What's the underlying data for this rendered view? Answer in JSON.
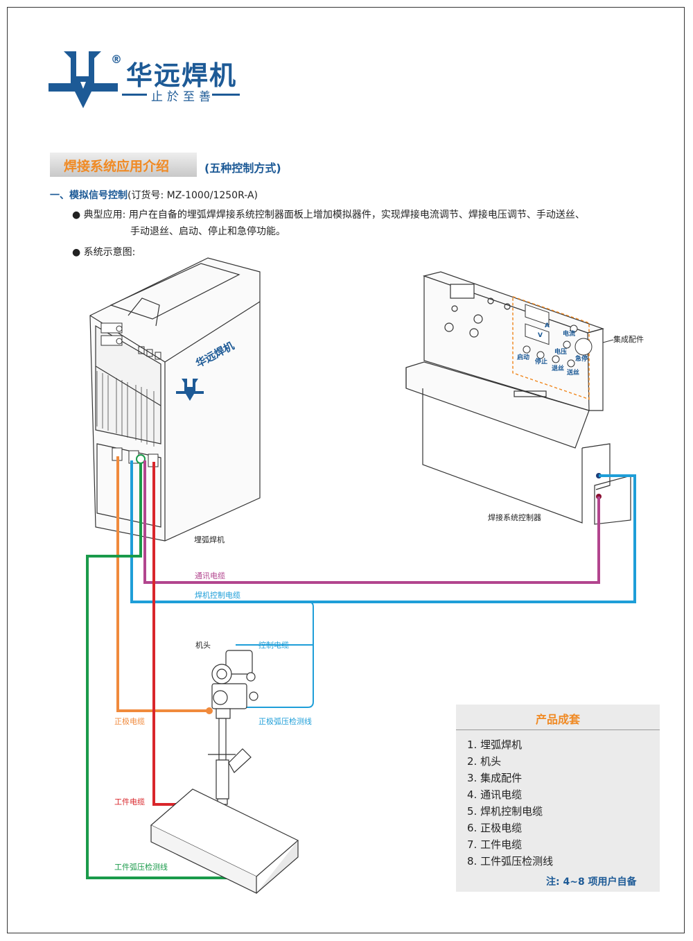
{
  "brand": {
    "name": "华远焊机",
    "slogan": "止於至善",
    "registered": "®",
    "colors": {
      "primary": "#1d5a96",
      "accent": "#f08a24"
    }
  },
  "section": {
    "title": "焊接系统应用介绍",
    "subtitle": "(五种控制方式)"
  },
  "item1": {
    "heading": "一、模拟信号控制",
    "order_no": "(订货号: MZ-1000/1250R-A)",
    "application_line1": "● 典型应用: 用户在自备的埋弧焊焊接系统控制器面板上增加模拟器件，实现焊接电流调节、焊接电压调节、手动送丝、",
    "application_line2": "手动退丝、启动、停止和急停功能。",
    "diagram_label": "● 系统示意图:"
  },
  "diagram": {
    "machine_logo": "华远焊机",
    "panel": {
      "a": "A",
      "v": "V",
      "current": "电流",
      "voltage": "电压",
      "estop": "急停",
      "start": "启动",
      "stop": "停止",
      "retract": "退丝",
      "feed": "送丝"
    },
    "labels": {
      "integrated_parts": "集成配件",
      "welding_controller": "焊接系统控制器",
      "saw_machine": "埋弧焊机",
      "comm_cable": "通讯电缆",
      "machine_control_cable": "焊机控制电缆",
      "head": "机头",
      "control_cable": "控制电缆",
      "positive_cable": "正极电缆",
      "positive_arc_detect": "正极弧压检测线",
      "work_cable": "工件电缆",
      "work_arc_detect": "工件弧压检测线"
    },
    "cable_colors": {
      "comm": "#b2458e",
      "control": "#1e9ed8",
      "positive": "#f08a3c",
      "work": "#d9262b",
      "arc_detect": "#1a9a4a"
    }
  },
  "kit": {
    "title": "产品成套",
    "items": [
      "1. 埋弧焊机",
      "2. 机头",
      "3. 集成配件",
      "4. 通讯电缆",
      "5. 焊机控制电缆",
      "6. 正极电缆",
      "7. 工件电缆",
      "8. 工件弧压检测线"
    ],
    "note": "注: 4~8 项用户自备"
  }
}
